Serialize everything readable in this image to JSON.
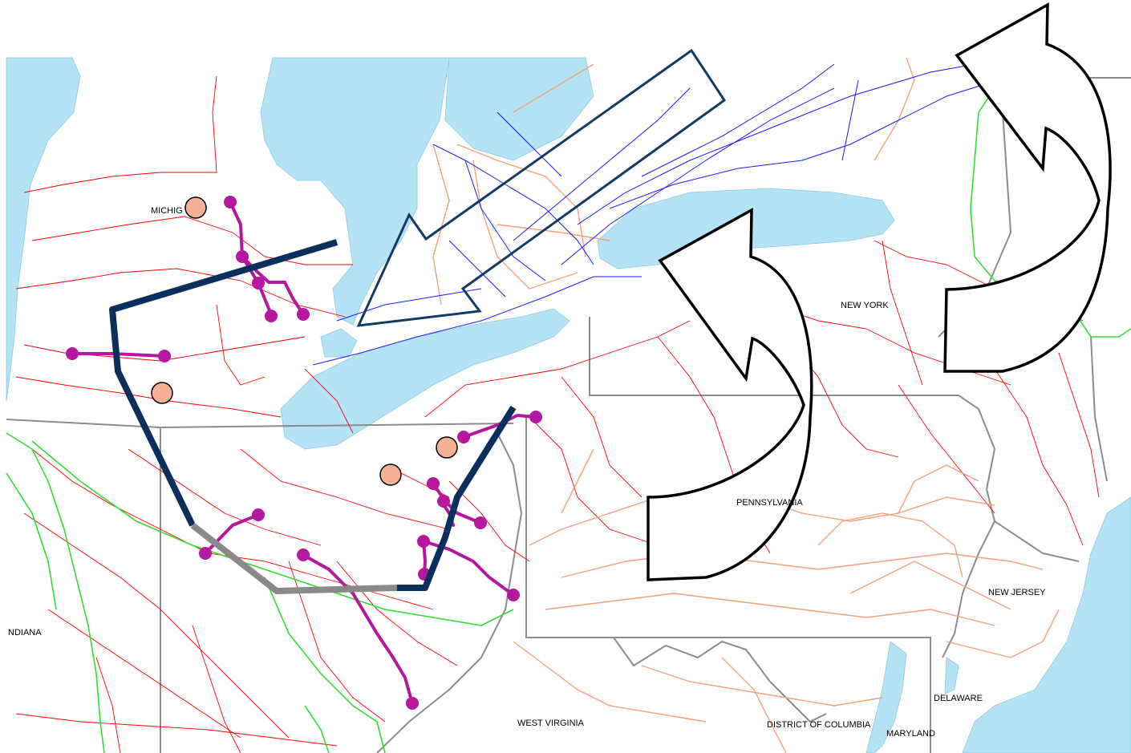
{
  "map": {
    "labels": {
      "michigan": "MICHIG",
      "new_york": "NEW YORK",
      "pennsylvania": "PENNSYLVANIA",
      "indiana": "NDIANA",
      "new_jersey": "NEW JERSEY",
      "west_virginia": "WEST VIRGINIA",
      "district_of_columbia": "DISTRICT OF COLUMBIA",
      "delaware": "DELAWARE",
      "maryland": "MARYLAND"
    },
    "colors": {
      "water": "#b3e3f5",
      "land": "#ffffff",
      "state_border": "#8c8c8c",
      "lines_red": "#ff0000",
      "lines_orange": "#f4a27a",
      "lines_green": "#33dd33",
      "lines_blue": "#1a1aff",
      "corridor_navy": "#0a2f5c",
      "corridor_gray": "#8a8a8a",
      "magenta_lines": "#b5179e",
      "plant_marker": "#f7b096",
      "arrow_stroke": "#000000",
      "arrow_navy": "#123a62"
    },
    "icons": [
      "outline-arrow-icon",
      "curved-arrow-icon",
      "plant-marker-icon",
      "line-endpoint-dot-icon"
    ]
  }
}
